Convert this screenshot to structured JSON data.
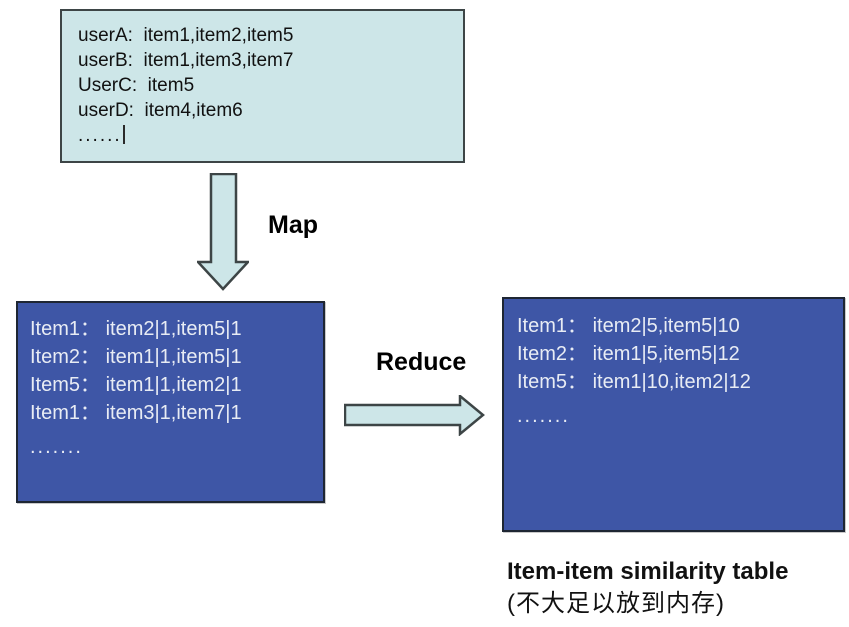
{
  "input_box": {
    "lines": [
      "userA:  item1,item2,item5",
      "userB:  item1,item3,item7",
      "UserC:  item5",
      "userD:  item4,item6"
    ],
    "ellipsis": "......"
  },
  "labels": {
    "map": "Map",
    "reduce": "Reduce"
  },
  "map_output_box": {
    "lines": [
      "Item1： item2|1,item5|1",
      "Item2： item1|1,item5|1",
      "Item5： item1|1,item2|1",
      "Item1： item3|1,item7|1"
    ],
    "ellipsis": "......."
  },
  "reduce_output_box": {
    "lines": [
      "Item1： item2|5,item5|10",
      "Item2： item1|5,item5|12",
      "Item5： item1|10,item2|12"
    ],
    "ellipsis": "......."
  },
  "caption": {
    "title": "Item-item similarity table",
    "subtitle": "(不大足以放到内存)"
  },
  "colors": {
    "light_box_fill": "#cde6e8",
    "light_box_border": "#3d4546",
    "dark_box_fill": "#3e56a6",
    "dark_box_border": "#1e2633",
    "dark_box_text": "#e8ecf4",
    "arrow_fill": "#cde6e8",
    "arrow_border": "#3d4546",
    "label_text": "#000000",
    "background": "#ffffff"
  }
}
